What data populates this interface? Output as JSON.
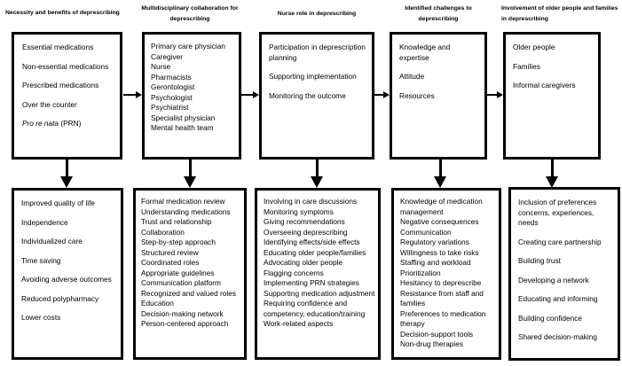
{
  "colors": {
    "box_border": "#000000",
    "background": "#ffffff",
    "text": "#000000"
  },
  "columns": [
    {
      "header": "Necessity and benefits of deprescribing",
      "top_items": [
        "Essential medications",
        "Non-essential medications",
        "Prescribed medications",
        "Over the counter",
        "*Pro re nata* (PRN)"
      ],
      "bottom_items": [
        "Improved quality of life",
        "Independence",
        "Individualized care",
        "Time saving",
        "Avoiding adverse outcomes",
        "Reduced polypharmacy",
        "Lower costs"
      ]
    },
    {
      "header": "Multidisciplinary collaboration for deprescribing",
      "top_items": [
        "Primary care physician",
        "Caregiver",
        "Nurse",
        "Pharmacists",
        "Gerontologist",
        "Psychologist",
        "Psychiatrist",
        "Specialist physician",
        "Mental health team"
      ],
      "bottom_items": [
        "Formal medication review",
        "Understanding medications",
        "Trust and relationship",
        "Collaboration",
        "Step-by-step approach",
        "Structured review",
        "Coordinated roles",
        "Appropriate guidelines",
        "Communication platform",
        "Recognized and valued roles",
        "Education",
        "Decision-making network",
        "Person-centered approach"
      ]
    },
    {
      "header": "Nurse role in deprescribing",
      "top_items": [
        "Participation in deprescription planning",
        "Supporting implementation",
        "Monitoring the outcome"
      ],
      "bottom_items": [
        "Involving in care discussions",
        "Monitoring symptoms",
        "Giving recommendations",
        "Overseeing deprescribing",
        "Identifying effects/side effects",
        "Educating older people/families",
        "Advocating older people",
        "Flagging concerns",
        "Implementing PRN strategies",
        "Supporting medication adjustment",
        "Requiring confidence and competency, education/training",
        "Work-related aspects"
      ]
    },
    {
      "header": "Identified challenges to deprescribing",
      "top_items": [
        "Knowledge and expertise",
        "Attitude",
        "Resources"
      ],
      "bottom_items": [
        "Knowledge of medication management",
        "Negative consequences",
        "Communication",
        "Regulatory variations",
        "Willingness to take risks",
        "Staffing and workload",
        "Prioritization",
        "Hesitancy to deprescribe",
        "Resistance from staff and families",
        "Preferences to medication therapy",
        "Decision-support tools",
        "Non-drug therapies"
      ]
    },
    {
      "header": "Involvement of older people and families in deprescribing",
      "top_items": [
        "Older people",
        "Families",
        "Informal caregivers"
      ],
      "bottom_items": [
        "Inclusion of preferences concerns, experiences, needs",
        "Creating care partnership",
        "Building trust",
        "Developing a network",
        "Educating and informing",
        "Building confidence",
        "Shared decision-making"
      ]
    }
  ]
}
